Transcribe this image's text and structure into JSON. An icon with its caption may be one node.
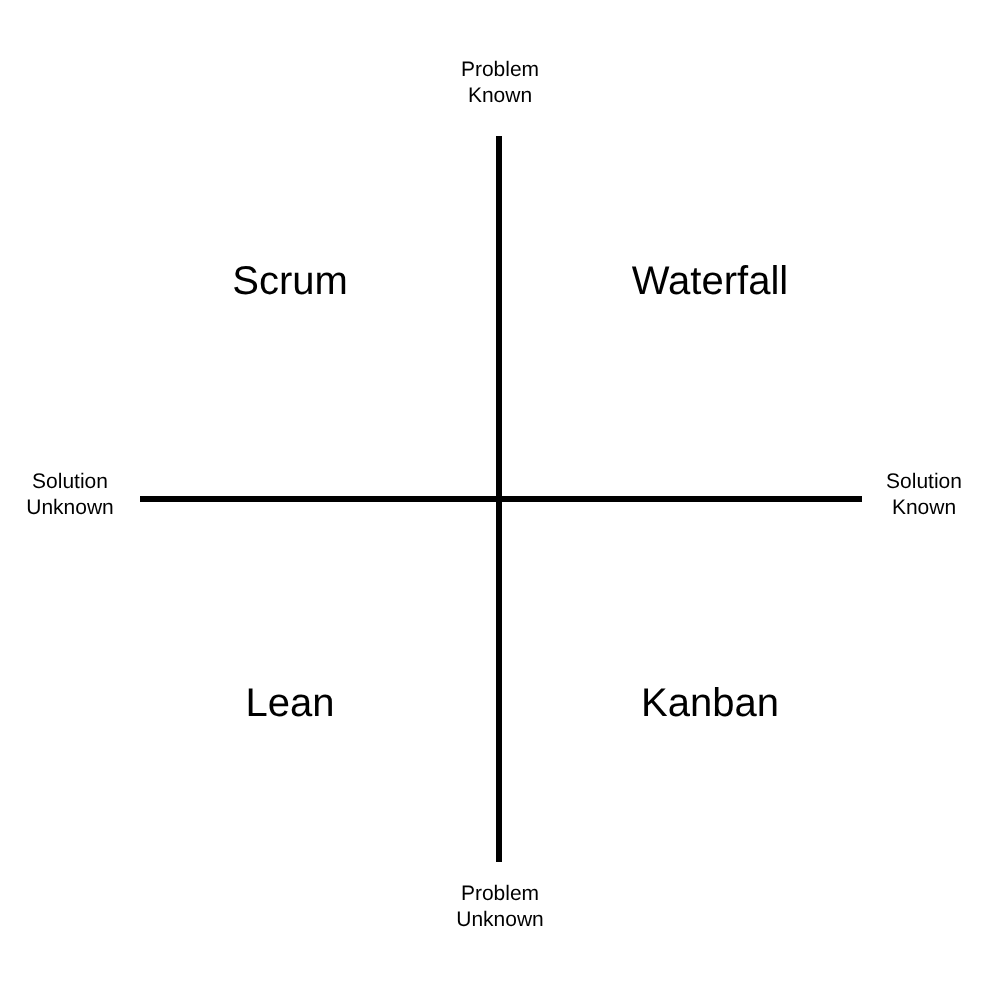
{
  "diagram": {
    "labels": [
      "Problem Known",
      "Scrum",
      "Waterfall",
      "Solution Unknown",
      "Solution Known",
      "Lean",
      "Kanban",
      "Problem Unknown"
    ]
  }
}
